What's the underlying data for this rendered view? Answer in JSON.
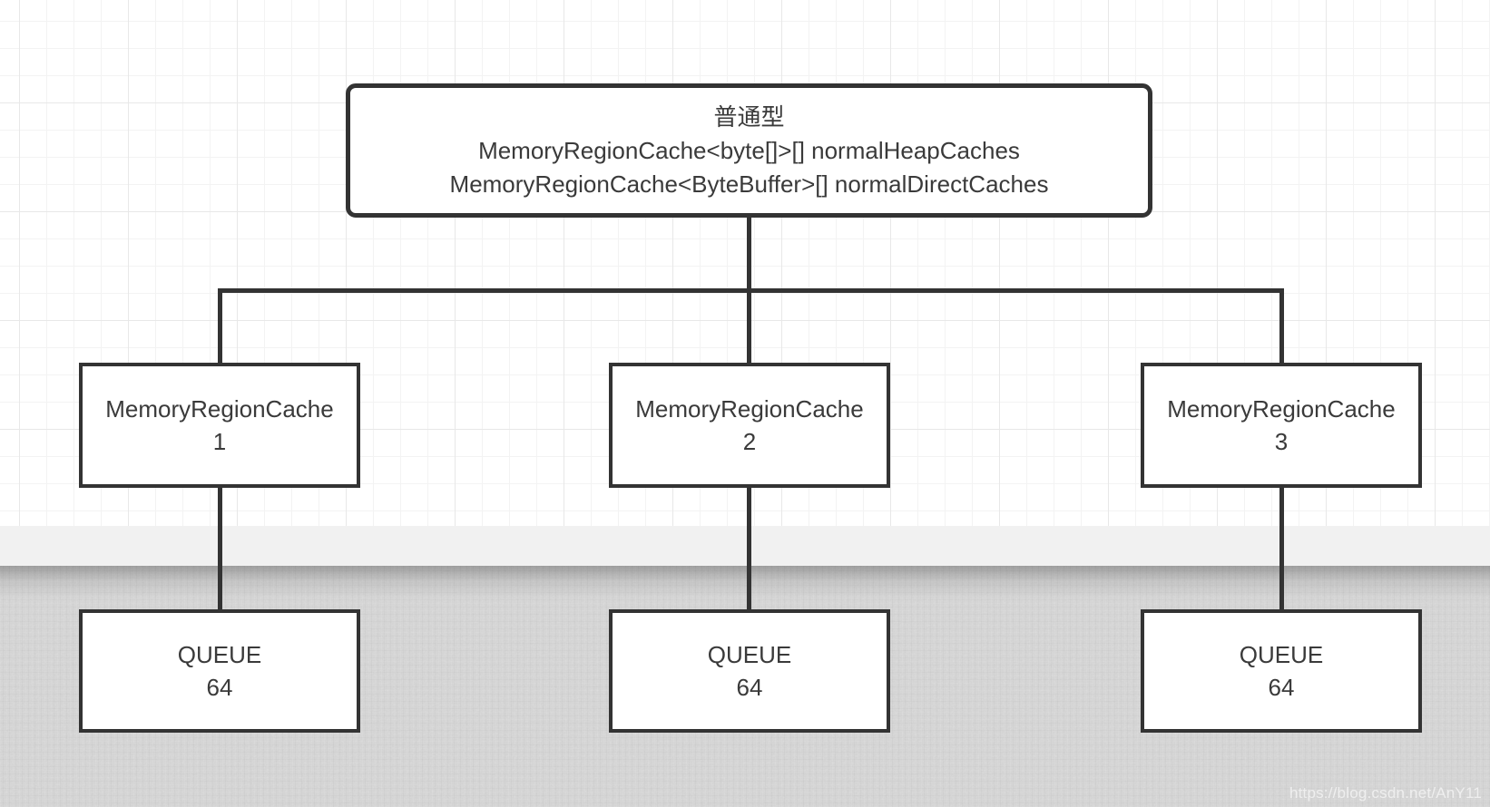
{
  "diagram": {
    "root_node": {
      "title": "普通型",
      "heap_caches_line": "MemoryRegionCache<byte[]>[] normalHeapCaches",
      "direct_caches_line": "MemoryRegionCache<ByteBuffer>[] normalDirectCaches"
    },
    "cache_nodes": [
      {
        "label": "MemoryRegionCache",
        "index": "1"
      },
      {
        "label": "MemoryRegionCache",
        "index": "2"
      },
      {
        "label": "MemoryRegionCache",
        "index": "3"
      }
    ],
    "queue_nodes": [
      {
        "label": "QUEUE",
        "size": "64"
      },
      {
        "label": "QUEUE",
        "size": "64"
      },
      {
        "label": "QUEUE",
        "size": "64"
      }
    ]
  },
  "watermark": {
    "url_text": "https://blog.csdn.net/AnY11"
  },
  "colors": {
    "node_border": "#333333",
    "node_fill": "#ffffff",
    "node_text": "#3a3a3a",
    "connector": "#333333",
    "canvas_bg": "#ffffff",
    "grid_minor": "#f3f3f3",
    "grid_major": "#e8e8e8",
    "page_band": "#f1f1f1",
    "backdrop": "#d2d2d2",
    "watermark_text": "#e0e0e0"
  }
}
